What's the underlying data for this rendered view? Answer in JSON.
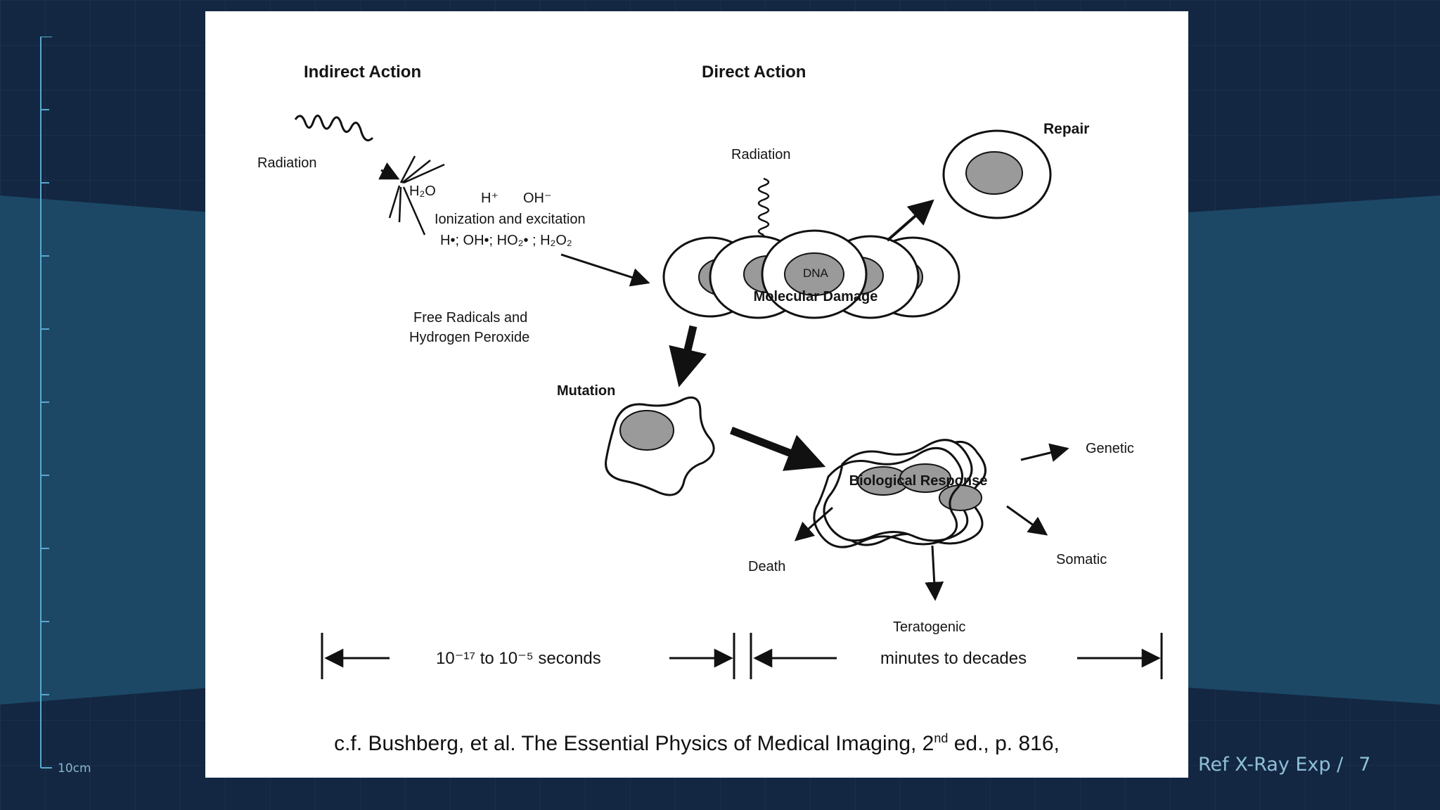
{
  "slide": {
    "footer_title": "Ref X-Ray Exp /",
    "page_number": "7",
    "ruler_label": "10cm"
  },
  "diagram": {
    "heading_indirect": "Indirect Action",
    "heading_direct": "Direct Action",
    "radiation_left": "Radiation",
    "radiation_center": "Radiation",
    "h2o": "H₂O",
    "h_plus": "H⁺",
    "oh_minus": "OH⁻",
    "ionization": "Ionization and excitation",
    "radicals_formula": "H•; OH•; HO₂• ; H₂O₂",
    "free_radicals_line1": "Free Radicals and",
    "free_radicals_line2": "Hydrogen Peroxide",
    "dna": "DNA",
    "molecular_damage": "Molecular Damage",
    "repair": "Repair",
    "mutation": "Mutation",
    "biological_response": "Biological Response",
    "genetic": "Genetic",
    "somatic": "Somatic",
    "death": "Death",
    "teratogenic": "Teratogenic",
    "timescale_left": "10⁻¹⁷ to 10⁻⁵ seconds",
    "timescale_right": "minutes to decades"
  },
  "citation": {
    "prefix": "c.f. Bushberg, et al. The Essential Physics of Medical Imaging, 2",
    "superscript": "nd",
    "suffix": " ed., p. 816,"
  }
}
